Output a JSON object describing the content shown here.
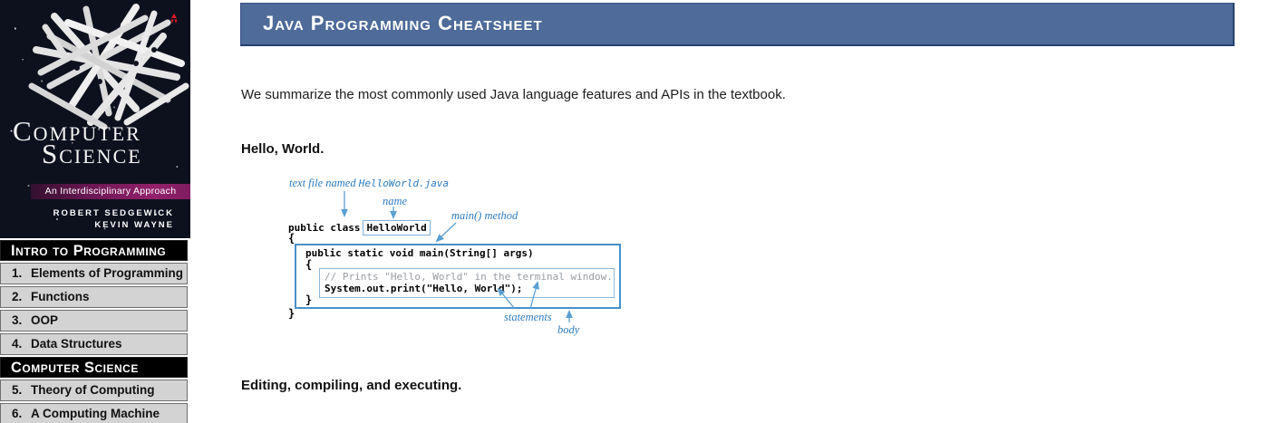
{
  "sidebar": {
    "cover": {
      "title_word1": "Computer",
      "title_word2": "Science",
      "subtitle": "An Interdisciplinary Approach",
      "author1": "ROBERT SEDGEWICK",
      "author2": "KEVIN WAYNE",
      "bg_color": "#0d111e",
      "band_color": "#93216b",
      "logo_color": "#e11a28"
    },
    "sections": [
      {
        "header": "Intro to Programming",
        "items": [
          {
            "num": "1.",
            "label": "Elements of Programming"
          },
          {
            "num": "2.",
            "label": "Functions"
          },
          {
            "num": "3.",
            "label": "OOP"
          },
          {
            "num": "4.",
            "label": "Data Structures"
          }
        ]
      },
      {
        "header": "Computer Science",
        "items": [
          {
            "num": "5.",
            "label": "Theory of Computing"
          },
          {
            "num": "6.",
            "label": "A Computing Machine"
          }
        ]
      }
    ]
  },
  "banner": {
    "title": "Java Programming Cheatsheet",
    "bg_color": "#4e6b99",
    "border_color": "#26406f"
  },
  "main": {
    "intro": "We summarize the most commonly used Java language features and APIs in the textbook.",
    "heading_hello": "Hello, World.",
    "heading_editing": "Editing, compiling, and executing."
  },
  "diagram": {
    "annotations": {
      "text_file": "text file named",
      "filename": "HelloWorld.java",
      "name": "name",
      "main_method": "main() method",
      "statements": "statements",
      "body": "body"
    },
    "code": {
      "class_prefix": "public class",
      "class_name": "HelloWorld",
      "brace_open": "{",
      "brace_close": "}",
      "main_signature": "public static void main(String[] args)",
      "comment": "// Prints \"Hello, World\" in the terminal window.",
      "statement": "System.out.print(\"Hello, World\");"
    },
    "colors": {
      "annotation_blue": "#2e7bbf",
      "outer_box_blue": "#4a90c8",
      "inner_box_blue": "#8fb8d8",
      "arrow_blue": "#5a9fd4",
      "comment_gray": "#999da2"
    }
  }
}
